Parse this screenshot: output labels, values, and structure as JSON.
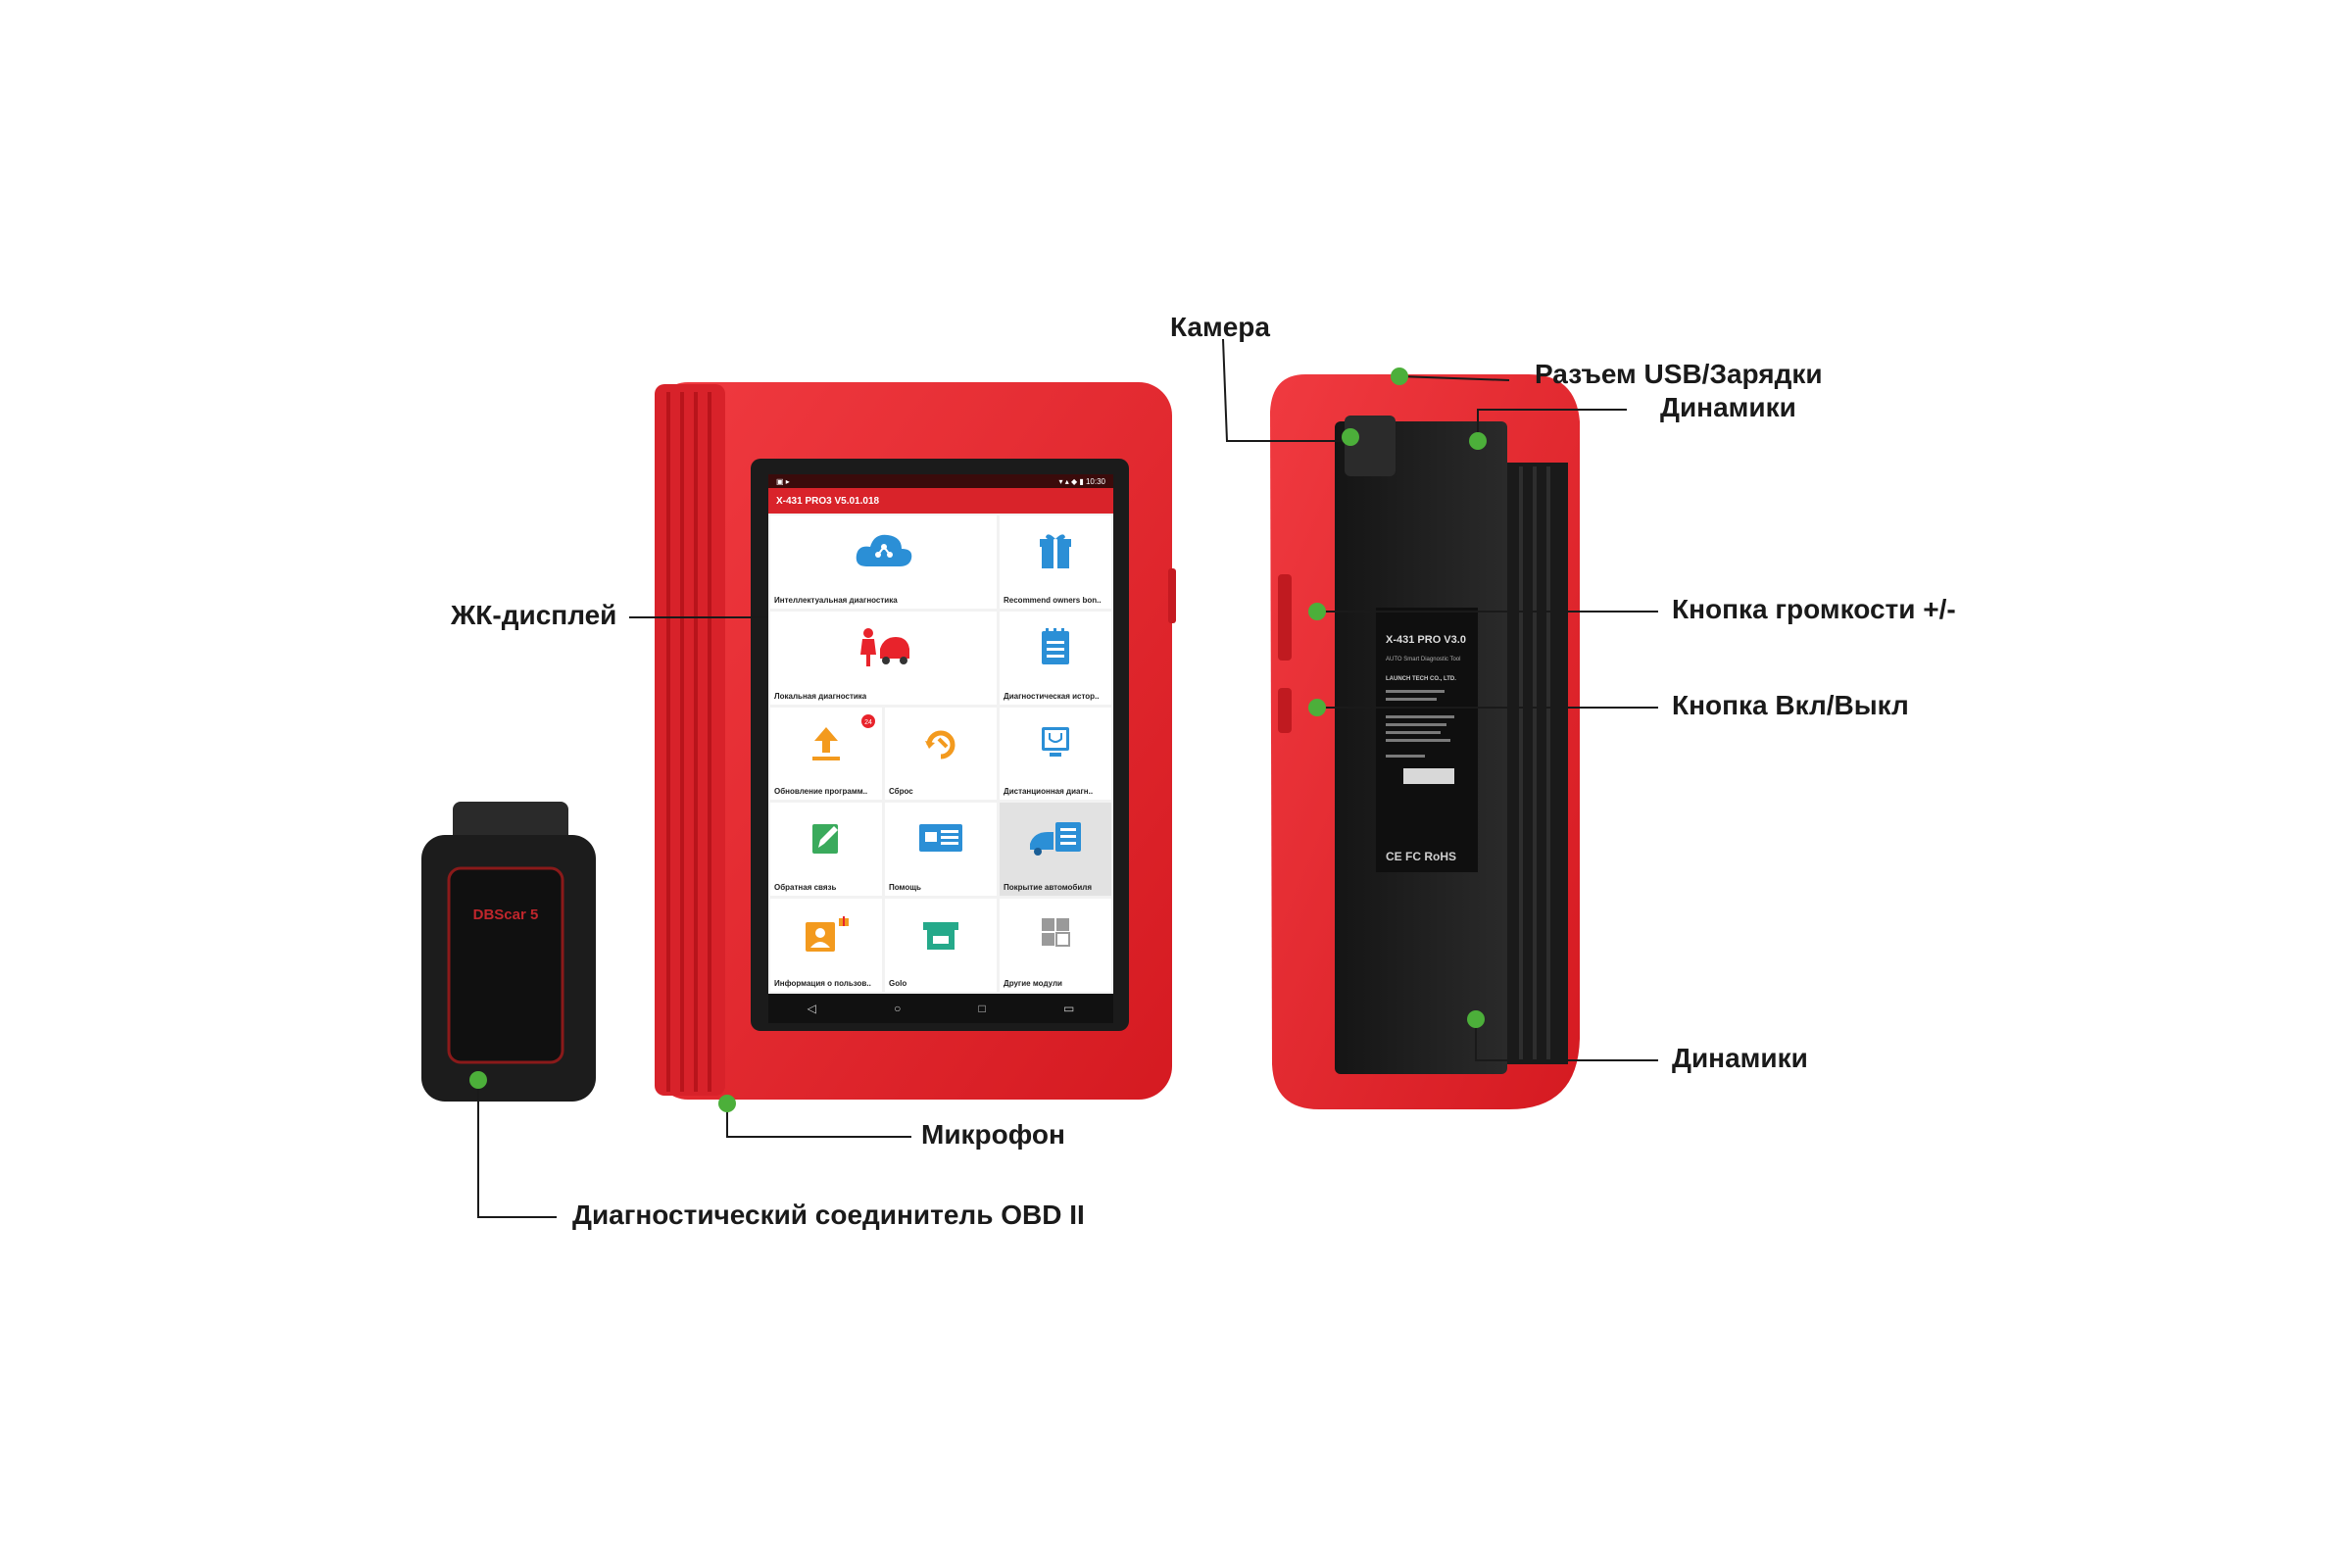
{
  "callouts": {
    "lcd": "ЖК-дисплей",
    "microphone": "Микрофон",
    "obd": "Диагностический соединитель OBD II",
    "camera": "Камера",
    "usb": "Разъем USB/Зарядки",
    "speakers_top": "Динамики",
    "volume": "Кнопка громкости +/-",
    "power": "Кнопка Вкл/Выкл",
    "speakers_bottom": "Динамики"
  },
  "tablet_screen": {
    "app_title": "X-431 PRO3 V5.01.018",
    "tiles": [
      {
        "label": "Интеллектуальная диагностика",
        "icon": "cloud-diagnosis-icon"
      },
      {
        "label": "Recommend owners bon..",
        "icon": "gift-icon"
      },
      {
        "label": "Локальная диагностика",
        "icon": "mechanic-car-icon"
      },
      {
        "label": "Диагностическая истор..",
        "icon": "notepad-icon"
      },
      {
        "label": "Обновление программ..",
        "icon": "upload-arrow-icon",
        "badge": "24"
      },
      {
        "label": "Сброс",
        "icon": "reset-wrench-icon"
      },
      {
        "label": "Дистанционная диагн..",
        "icon": "remote-diagnosis-icon"
      },
      {
        "label": "Обратная связь",
        "icon": "pencil-icon"
      },
      {
        "label": "Помощь",
        "icon": "help-card-icon"
      },
      {
        "label": "Покрытие автомобиля",
        "icon": "car-coverage-icon"
      },
      {
        "label": "Информация о пользов..",
        "icon": "user-info-icon"
      },
      {
        "label": "Golo",
        "icon": "store-icon"
      },
      {
        "label": "Другие модули",
        "icon": "modules-grid-icon"
      }
    ]
  },
  "connector_brand": "DBScar 5",
  "back_label": {
    "model": "X-431 PRO V3.0",
    "subtitle": "AUTO Smart Diagnostic Tool",
    "company": "LAUNCH TECH CO., LTD.",
    "marks": "CE FC RoHS"
  },
  "colors": {
    "device_red": "#e8232b",
    "device_dark_red": "#b8141b",
    "callout_dot": "#4caf3a",
    "callout_line": "#1a1a1a",
    "connector_black": "#1c1c1c"
  }
}
